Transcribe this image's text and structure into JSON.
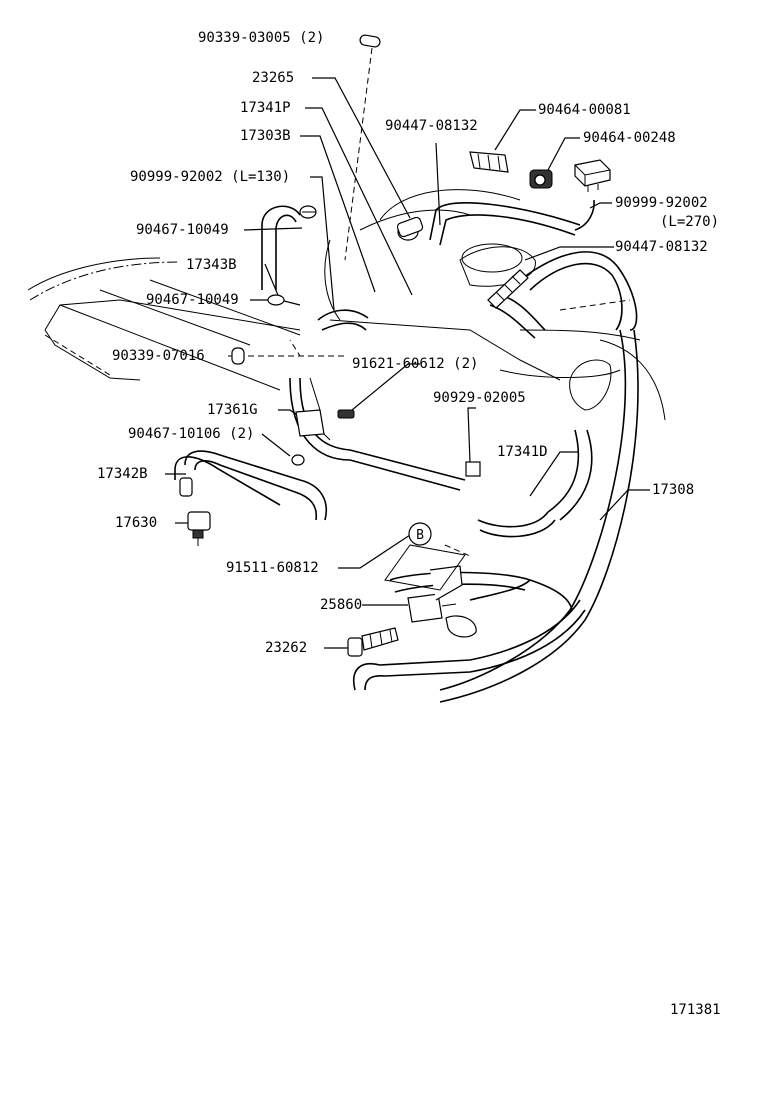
{
  "diagram_id": "171381",
  "callout_B": "B",
  "labels": {
    "p9033903005": "90339-03005 (2)",
    "p23265": "23265",
    "p17341P": "17341P",
    "p17303B": "17303B",
    "p9099992002a": "90999-92002 (L=130)",
    "p9046710049a": "90467-10049",
    "p17343B": "17343B",
    "p9046710049b": "90467-10049",
    "p9033907016": "90339-07016",
    "p9162160612": "91621-60612 (2)",
    "p9092902005": "90929-02005",
    "p17361G": "17361G",
    "p9046710106": "90467-10106 (2)",
    "p17342B": "17342B",
    "p17630": "17630",
    "p9151160812": "91511-60812",
    "p25860": "25860",
    "p23262": "23262",
    "p9044708132a": "90447-08132",
    "p9046400081": "90464-00081",
    "p9046400248": "90464-00248",
    "p9099992002b": "90999-92002",
    "p9099992002b_len": "(L=270)",
    "p9044708132b": "90447-08132",
    "p17341D": "17341D",
    "p17308": "17308"
  }
}
